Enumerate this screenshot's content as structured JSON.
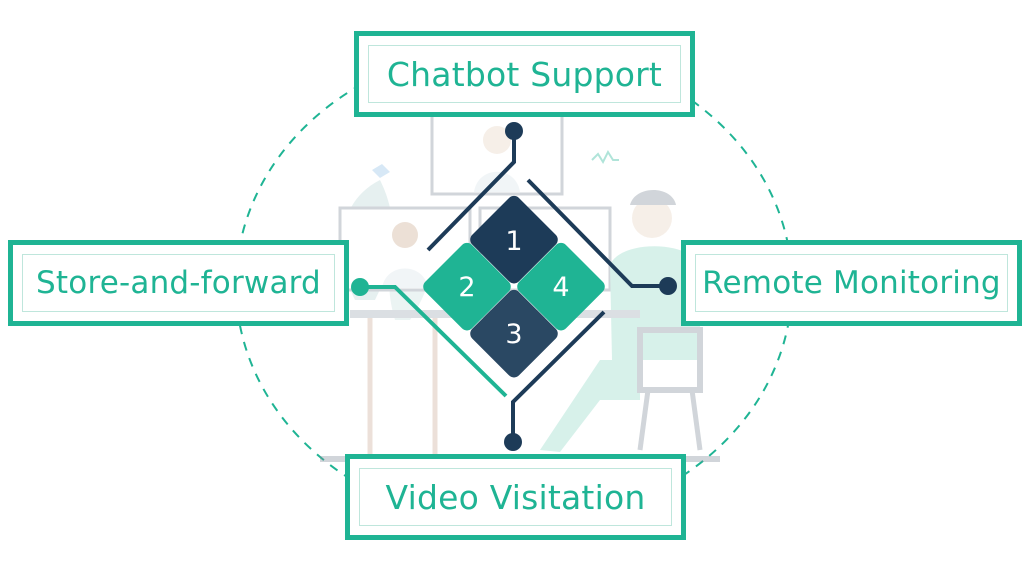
{
  "labels": {
    "top": "Chatbot Support",
    "left": "Store-and-forward",
    "right": "Remote Monitoring",
    "bottom": "Video Visitation"
  },
  "quadrants": {
    "top": "1",
    "left": "2",
    "bottom": "3",
    "right": "4"
  },
  "colors": {
    "teal": "#1fb494",
    "navy": "#1d3b58",
    "navy_light": "#2a4863"
  }
}
